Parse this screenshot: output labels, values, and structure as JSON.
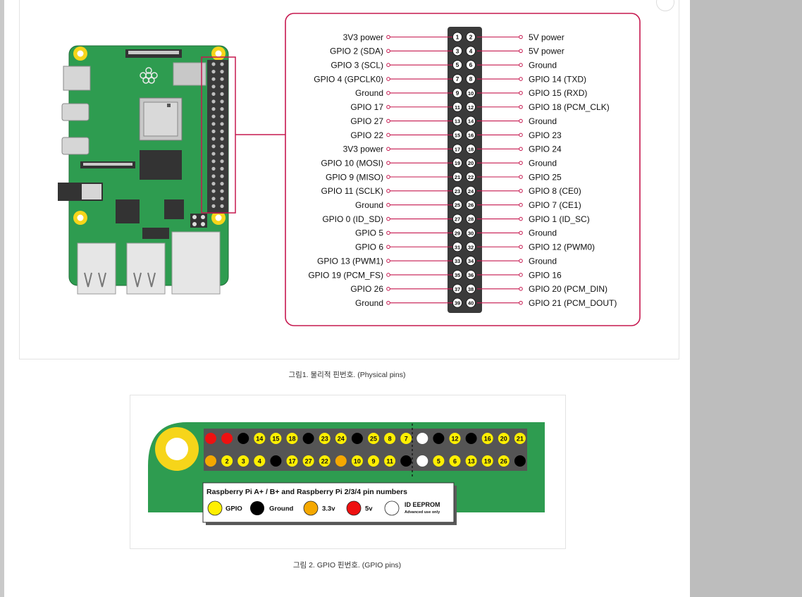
{
  "captions": {
    "fig1": "그림1. 물리적 핀번호. (Physical pins)",
    "fig2": "그림 2. GPIO 핀번호. (GPIO pins)"
  },
  "physical_pins": {
    "left": [
      "3V3 power",
      "GPIO 2 (SDA)",
      "GPIO 3 (SCL)",
      "GPIO 4 (GPCLK0)",
      "Ground",
      "GPIO 17",
      "GPIO 27",
      "GPIO 22",
      "3V3 power",
      "GPIO 10 (MOSI)",
      "GPIO 9 (MISO)",
      "GPIO 11 (SCLK)",
      "Ground",
      "GPIO 0 (ID_SD)",
      "GPIO 5",
      "GPIO 6",
      "GPIO 13 (PWM1)",
      "GPIO 19 (PCM_FS)",
      "GPIO 26",
      "Ground"
    ],
    "right": [
      "5V power",
      "5V power",
      "Ground",
      "GPIO 14 (TXD)",
      "GPIO 15 (RXD)",
      "GPIO 18 (PCM_CLK)",
      "Ground",
      "GPIO 23",
      "GPIO 24",
      "Ground",
      "GPIO 25",
      "GPIO 8 (CE0)",
      "GPIO 7 (CE1)",
      "GPIO 1 (ID_SC)",
      "Ground",
      "GPIO 12 (PWM0)",
      "Ground",
      "GPIO 16",
      "GPIO 20 (PCM_DIN)",
      "GPIO 21 (PCM_DOUT)"
    ]
  },
  "gpio_header": {
    "top_row": [
      {
        "t": "5v",
        "l": ""
      },
      {
        "t": "5v",
        "l": ""
      },
      {
        "t": "gnd",
        "l": ""
      },
      {
        "t": "gpio",
        "l": "14"
      },
      {
        "t": "gpio",
        "l": "15"
      },
      {
        "t": "gpio",
        "l": "18"
      },
      {
        "t": "gnd",
        "l": ""
      },
      {
        "t": "gpio",
        "l": "23"
      },
      {
        "t": "gpio",
        "l": "24"
      },
      {
        "t": "gnd",
        "l": ""
      },
      {
        "t": "gpio",
        "l": "25"
      },
      {
        "t": "gpio",
        "l": "8"
      },
      {
        "t": "gpio",
        "l": "7"
      },
      {
        "t": "id",
        "l": ""
      },
      {
        "t": "gnd",
        "l": ""
      },
      {
        "t": "gpio",
        "l": "12"
      },
      {
        "t": "gnd",
        "l": ""
      },
      {
        "t": "gpio",
        "l": "16"
      },
      {
        "t": "gpio",
        "l": "20"
      },
      {
        "t": "gpio",
        "l": "21"
      }
    ],
    "bottom_row": [
      {
        "t": "3v3",
        "l": ""
      },
      {
        "t": "gpio",
        "l": "2"
      },
      {
        "t": "gpio",
        "l": "3"
      },
      {
        "t": "gpio",
        "l": "4"
      },
      {
        "t": "gnd",
        "l": ""
      },
      {
        "t": "gpio",
        "l": "17"
      },
      {
        "t": "gpio",
        "l": "27"
      },
      {
        "t": "gpio",
        "l": "22"
      },
      {
        "t": "3v3",
        "l": ""
      },
      {
        "t": "gpio",
        "l": "10"
      },
      {
        "t": "gpio",
        "l": "9"
      },
      {
        "t": "gpio",
        "l": "11"
      },
      {
        "t": "gnd",
        "l": ""
      },
      {
        "t": "id",
        "l": ""
      },
      {
        "t": "gpio",
        "l": "5"
      },
      {
        "t": "gpio",
        "l": "6"
      },
      {
        "t": "gpio",
        "l": "13"
      },
      {
        "t": "gpio",
        "l": "19"
      },
      {
        "t": "gpio",
        "l": "26"
      },
      {
        "t": "gnd",
        "l": ""
      }
    ]
  },
  "legend": {
    "title": "Raspberry Pi A+ / B+ and Raspberry Pi 2/3/4 pin numbers",
    "gpio": "GPIO",
    "ground": "Ground",
    "v33": "3.3v",
    "v5": "5v",
    "id": "ID EEPROM",
    "id_sub": "Advanced use only"
  },
  "colors": {
    "gpio": "#ffef00",
    "gnd": "#000000",
    "v33": "#f5a800",
    "v5": "#ee1111",
    "id": "#ffffff",
    "pcb": "#2e9c50",
    "accent": "#c6184f"
  }
}
